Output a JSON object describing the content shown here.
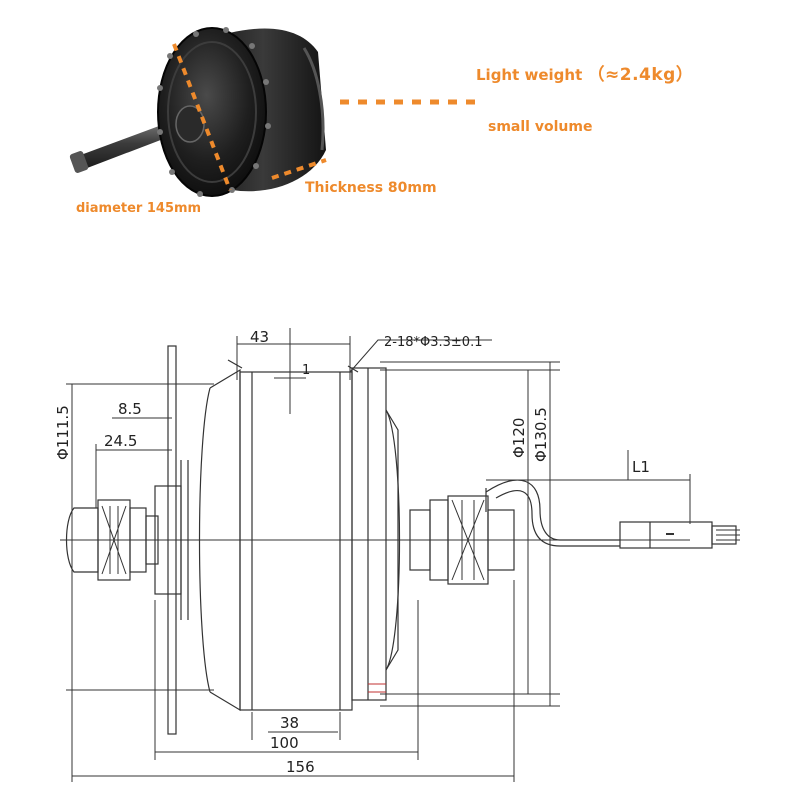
{
  "photo": {
    "light_weight_label": "Light weight",
    "light_weight_value": "（≈2.4kg）",
    "small_volume_label": "small volume",
    "thickness_label": "Thickness 80mm",
    "diameter_label": "diameter 145mm",
    "accent_color": "#ee8a2c"
  },
  "drawing": {
    "dim_43": "43",
    "dim_holes": "2-18*Φ3.3±0.1",
    "dim_1_top": "1",
    "dim_8_5": "8.5",
    "dim_24_5": "24.5",
    "dim_111_5": "Φ111.5",
    "dim_120": "Φ120",
    "dim_130_5": "Φ130.5",
    "dim_l1": "L1",
    "dim_38": "38",
    "dim_100": "100",
    "dim_156": "156"
  }
}
